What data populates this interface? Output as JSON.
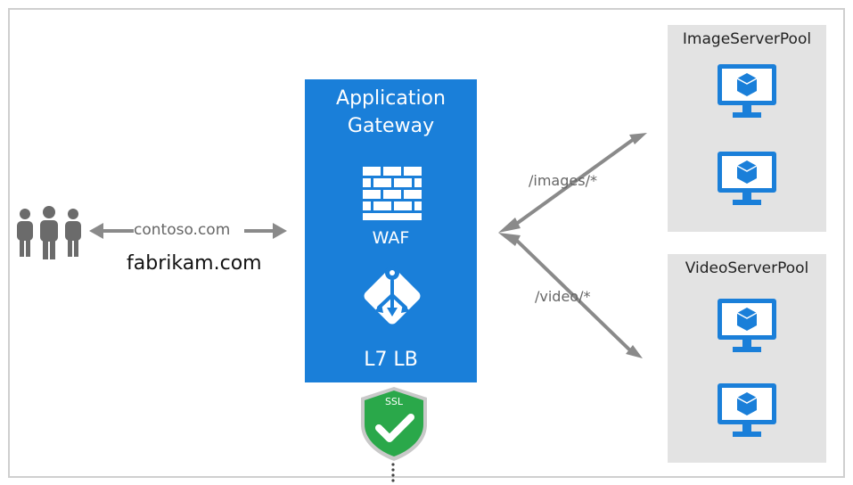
{
  "gateway": {
    "title_line1": "Application",
    "title_line2": "Gateway",
    "waf_label": "WAF",
    "lb_label": "L7 LB",
    "ssl_label": "SSL"
  },
  "client": {
    "domain1": "contoso.com",
    "domain2": "fabrikam.com"
  },
  "routes": {
    "images": "/images/*",
    "video": "/video/*"
  },
  "pools": [
    {
      "name": "ImageServerPool"
    },
    {
      "name": "VideoServerPool"
    }
  ],
  "colors": {
    "gateway_blue": "#1a7fd9",
    "vm_blue": "#1a7fd9",
    "pool_gray": "#e3e3e3",
    "arrow_gray": "#8a8a8a",
    "ssl_green": "#2aa84a"
  }
}
